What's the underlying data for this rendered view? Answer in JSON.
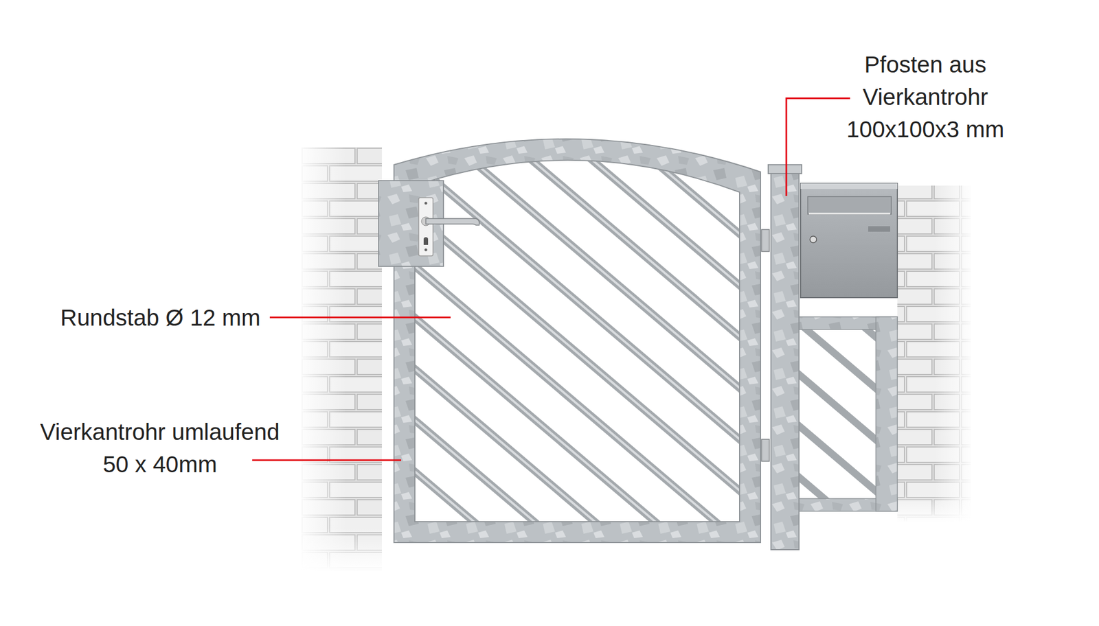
{
  "diagram": {
    "labels": [
      "Pfosten aus Vierkantrohr 100x100x3 mm",
      "Rundstab Ø 12 mm",
      "Vierkantrohr umlaufend 50 x 40mm"
    ]
  }
}
